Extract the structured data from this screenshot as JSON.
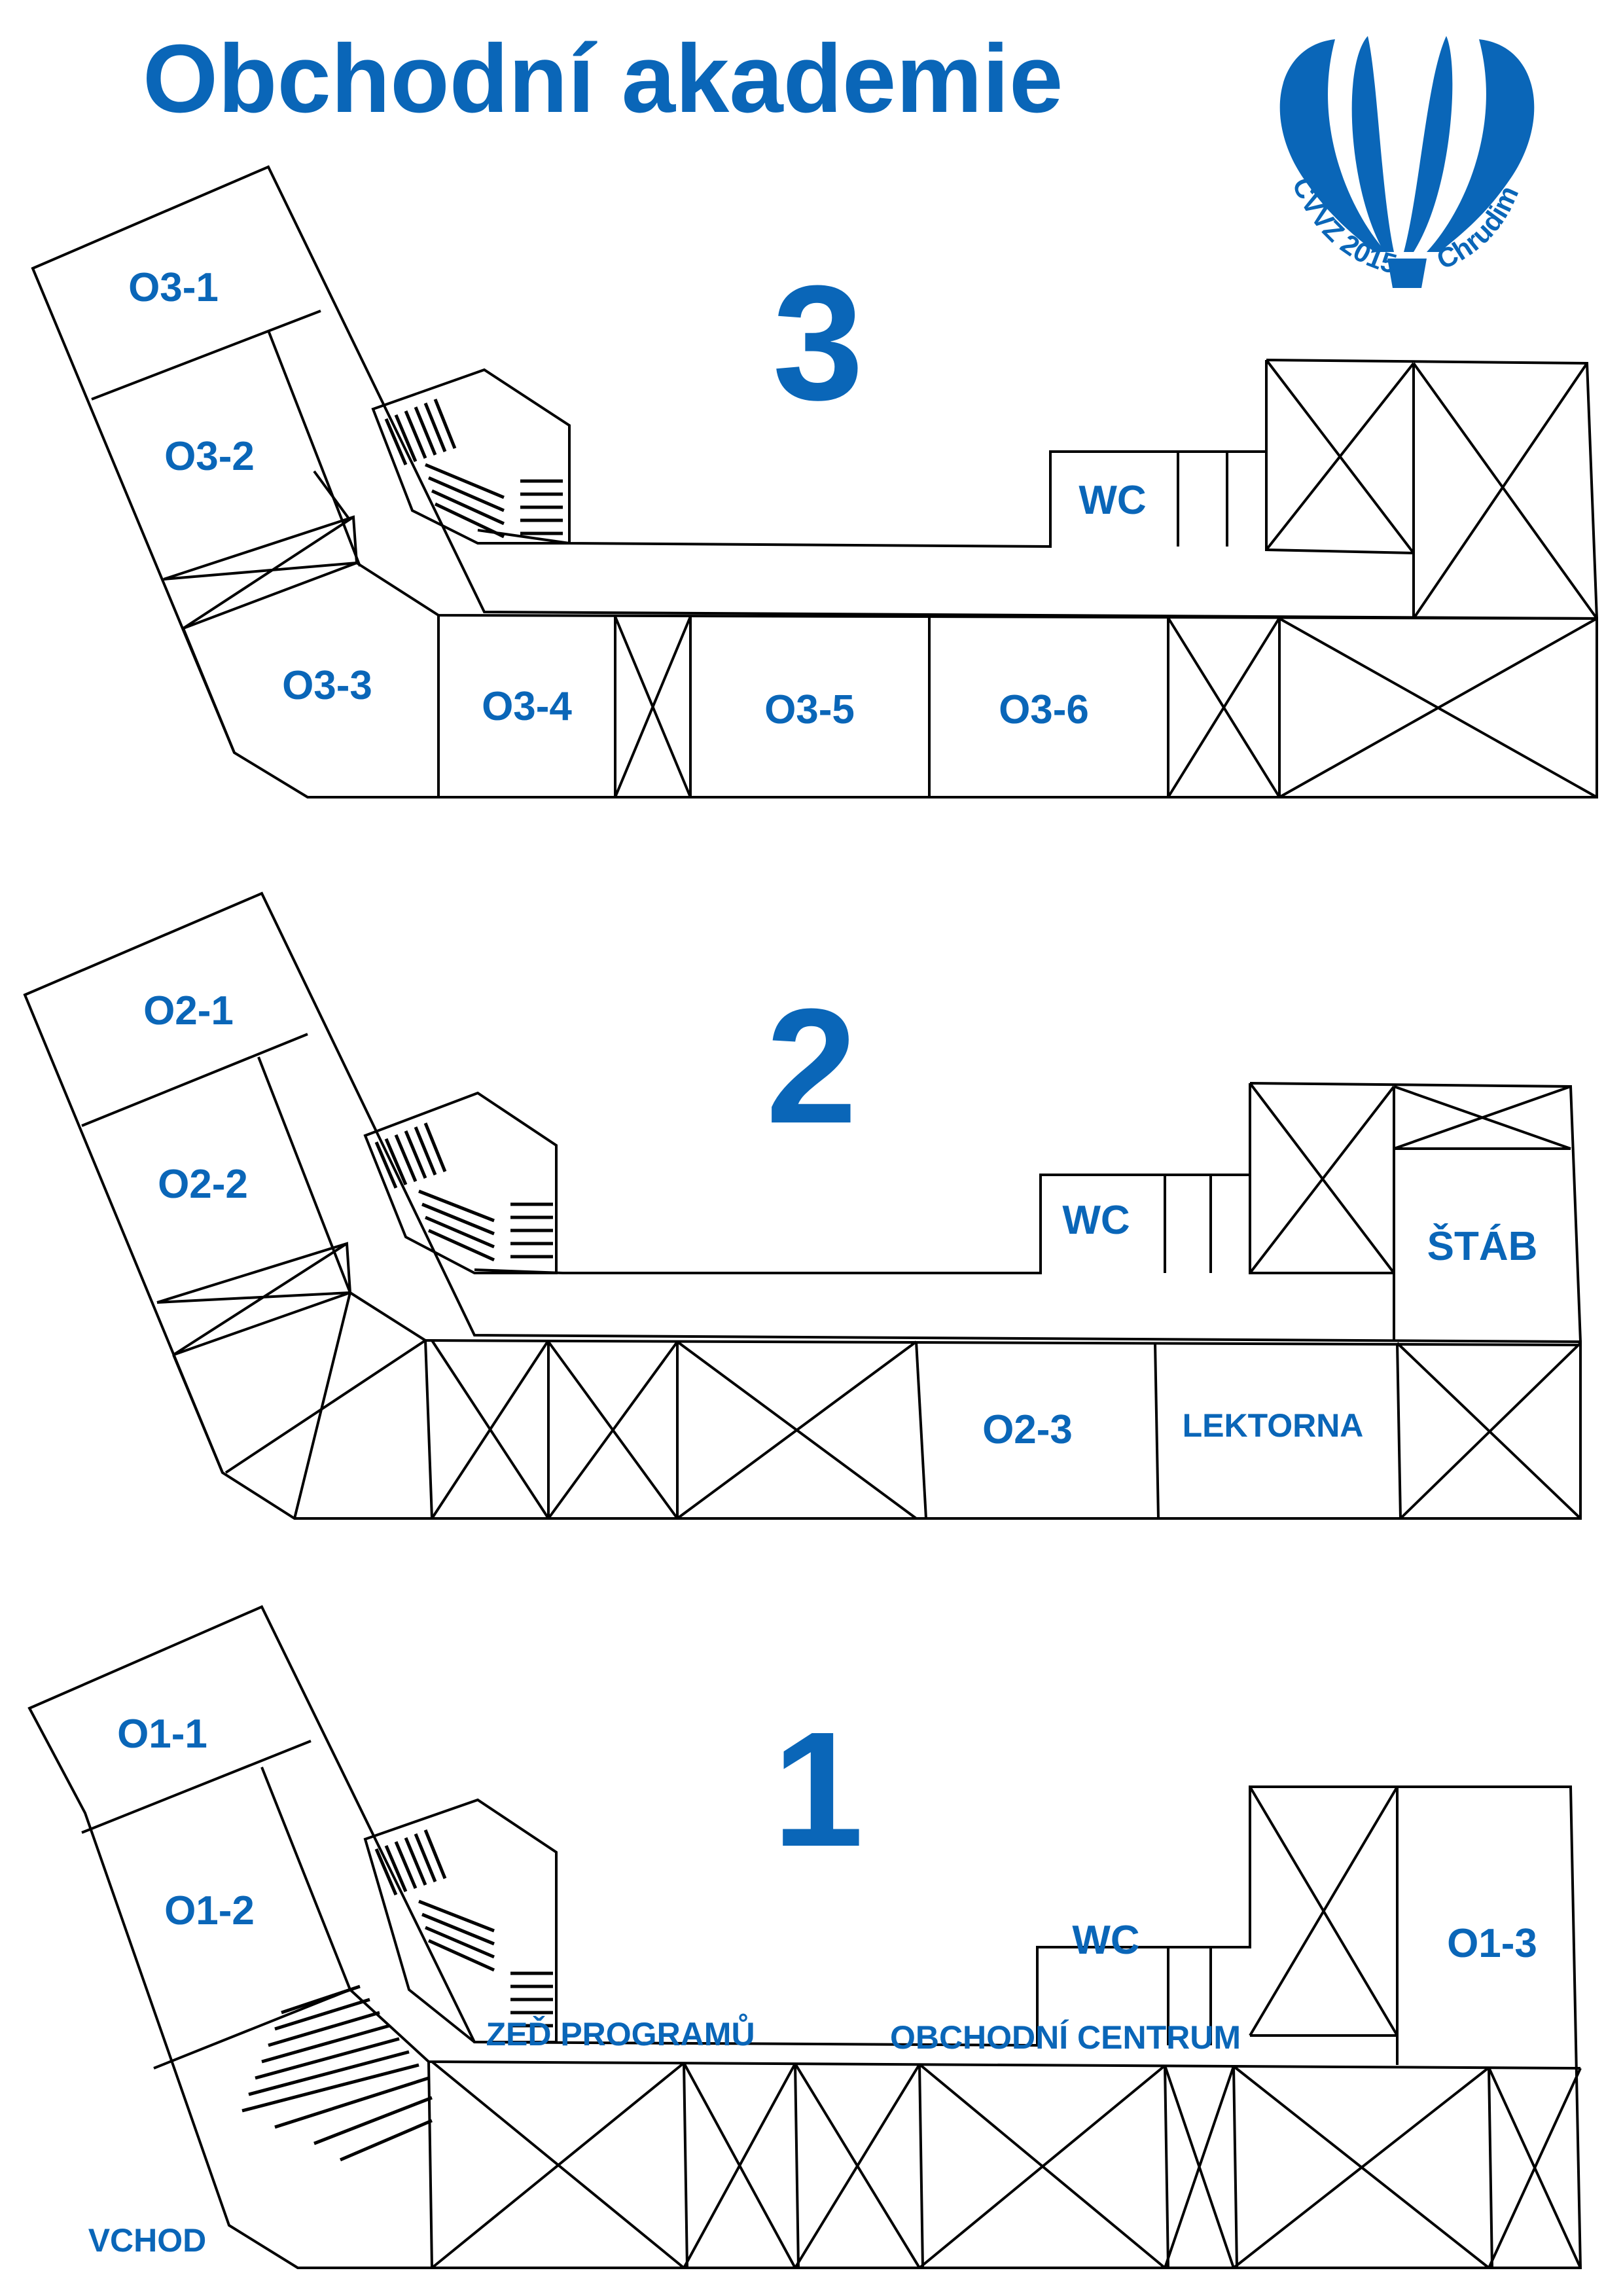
{
  "title": "Obchodní akademie",
  "accent_color": "#0a66b8",
  "logo": {
    "icon": "hot-air-balloon-icon",
    "text_left": "CVVZ 2015",
    "text_right": "Chrudim"
  },
  "floors": [
    {
      "number": "3",
      "rooms": {
        "o1": "O3-1",
        "o2": "O3-2",
        "o3": "O3-3",
        "o4": "O3-4",
        "o5": "O3-5",
        "o6": "O3-6",
        "wc": "WC"
      }
    },
    {
      "number": "2",
      "rooms": {
        "o1": "O2-1",
        "o2": "O2-2",
        "o3": "O2-3",
        "wc": "WC",
        "stab": "ŠTÁB",
        "lektorna": "LEKTORNA"
      }
    },
    {
      "number": "1",
      "rooms": {
        "o1": "O1-1",
        "o2": "O1-2",
        "o3": "O1-3",
        "wc": "WC",
        "zed": "ZEĎ PROGRAMŮ",
        "centrum": "OBCHODNÍ CENTRUM",
        "vchod": "VCHOD"
      }
    }
  ]
}
